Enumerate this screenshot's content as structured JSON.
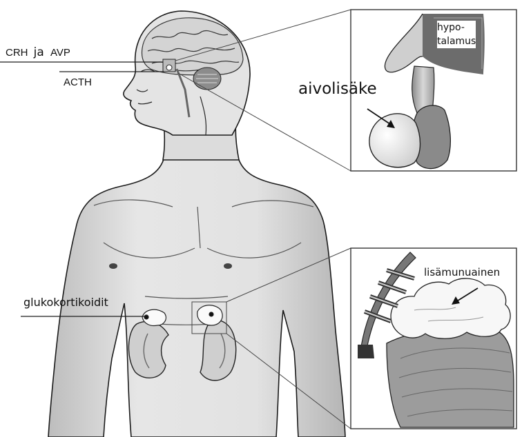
{
  "labels": {
    "crh": "CRH",
    "ja": "ja",
    "avp": "AVP",
    "acth": "ACTH",
    "hypothalamus": "hypo-\ntalamus",
    "pituitary": "aivolisäke",
    "glucocorticoids": "glukokortikoidit",
    "adrenal": "lisämunuainen"
  },
  "colors": {
    "line": "#1a1a1a",
    "skin_shade": "#d9d9d9",
    "organ_light": "#f2f2f2",
    "organ_dark": "#7a7a7a"
  }
}
